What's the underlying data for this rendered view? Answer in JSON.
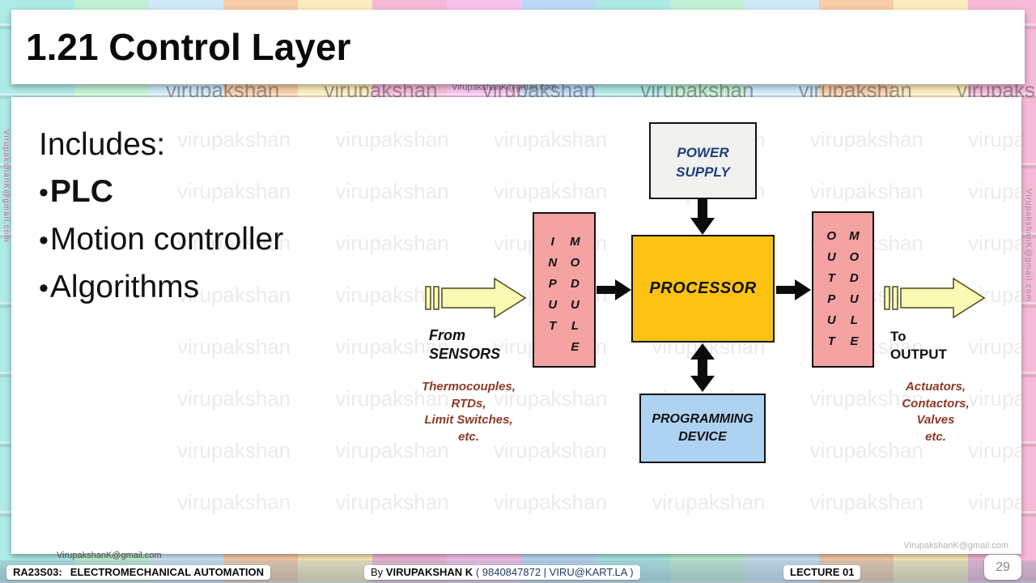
{
  "slide": {
    "title": "1.21 Control Layer",
    "page_number": "29"
  },
  "content": {
    "heading": "Includes:",
    "bullet_char": "•",
    "bullets": [
      "PLC",
      "Motion controller",
      "Algorithms"
    ]
  },
  "diagram": {
    "power_supply": {
      "line1": "POWER",
      "line2": "SUPPLY"
    },
    "input_module": {
      "word1": "INPUT",
      "word2": "MODULE"
    },
    "processor_label": "PROCESSOR",
    "output_module": {
      "word1": "OUTPUT",
      "word2": "MODULE"
    },
    "programming_device": {
      "line1": "PROGRAMMING",
      "line2": "DEVICE"
    },
    "from_sensors": {
      "line1": "From",
      "line2": "SENSORS"
    },
    "sensor_examples": [
      "Thermocouples,",
      "RTDs,",
      "Limit Switches,",
      "etc."
    ],
    "to_output": {
      "line1": "To",
      "line2": "OUTPUT"
    },
    "output_examples": [
      "Actuators,",
      "Contactors,",
      "Valves",
      "etc."
    ]
  },
  "footer": {
    "course_code": "RA23S03:",
    "course_title": "ELECTROMECHANICAL AUTOMATION",
    "author_prefix": "By",
    "author_name": "VIRUPAKSHAN K",
    "author_contact": "( 9840847872 | VIRU@KART.LA )",
    "lecture_label": "LECTURE 01"
  },
  "watermarks": {
    "tile_word": "virupakshan",
    "email": "VirupakshanK@gmail.com"
  },
  "colors": {
    "processor_fill": "#FCC211",
    "module_fill": "#F5A2A2",
    "power_supply_fill": "#F1F1EF",
    "programming_device_fill": "#ADD2F2",
    "yellow_arrow_fill": "#FAFAB4",
    "yellow_arrow_stroke": "#4A4A1A",
    "power_supply_text": "#1D3D7E",
    "examples_text": "#8B3A26",
    "contact_text": "#1F3A66"
  }
}
